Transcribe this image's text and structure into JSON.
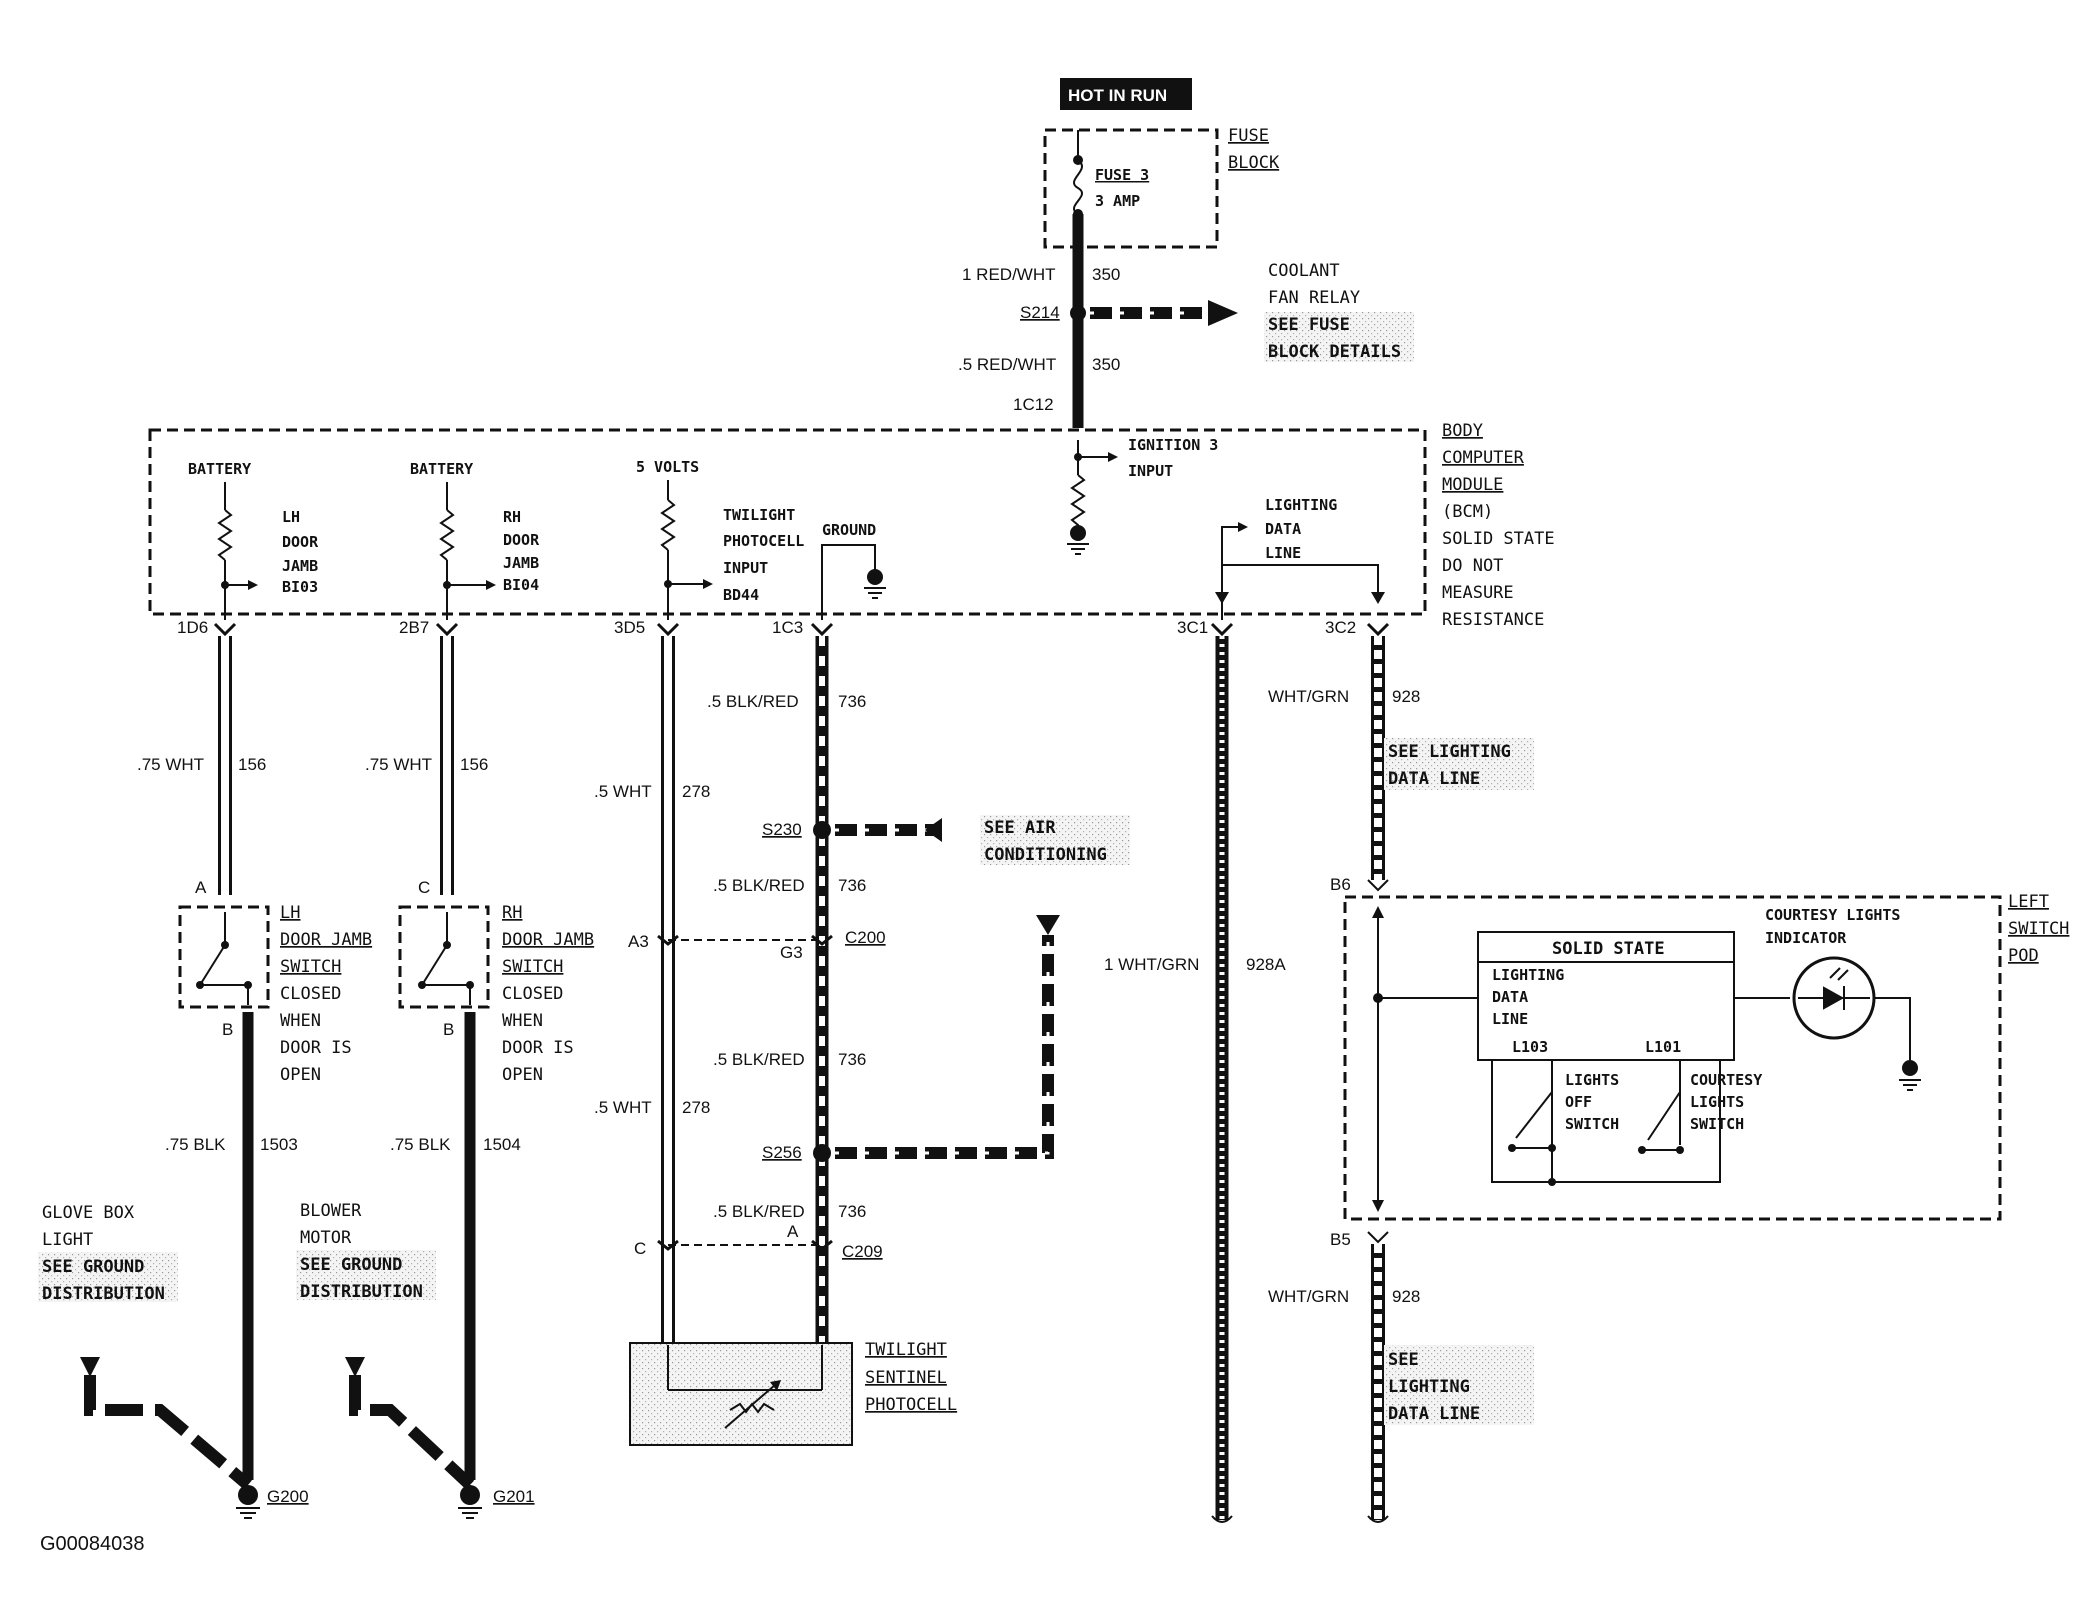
{
  "hot_in_run": "HOT IN RUN",
  "fuse_block": {
    "title1": "FUSE",
    "title2": "BLOCK",
    "fuse_name": "FUSE 3",
    "fuse_rating": "3 AMP"
  },
  "wires": {
    "w350a_gauge": "1 RED/WHT",
    "w350a_num": "350",
    "w350b_gauge": ".5 RED/WHT",
    "w350b_num": "350",
    "w156a_gauge": ".75 WHT",
    "w156a_num": "156",
    "w156b_gauge": ".75 WHT",
    "w156b_num": "156",
    "w278a_gauge": ".5 WHT",
    "w278a_num": "278",
    "w278b_gauge": ".5 WHT",
    "w278b_num": "278",
    "w736a_gauge": ".5 BLK/RED",
    "w736a_num": "736",
    "w736b_gauge": ".5 BLK/RED",
    "w736b_num": "736",
    "w736c_gauge": ".5 BLK/RED",
    "w736c_num": "736",
    "w736d_gauge": ".5 BLK/RED",
    "w736d_num": "736",
    "w928a_gauge": "1 WHT/GRN",
    "w928a_num": "928A",
    "w928b_gauge": "WHT/GRN",
    "w928b_num": "928",
    "w928c_gauge": "WHT/GRN",
    "w928c_num": "928",
    "w1503_gauge": ".75 BLK",
    "w1503_num": "1503",
    "w1504_gauge": ".75 BLK",
    "w1504_num": "1504"
  },
  "splices": {
    "s214": "S214",
    "s230": "S230",
    "s256": "S256"
  },
  "coolant_note": {
    "l1": "COOLANT",
    "l2": "FAN RELAY",
    "l3": "SEE FUSE",
    "l4": "BLOCK DETAILS"
  },
  "ac_note": {
    "l1": "SEE AIR",
    "l2": "CONDITIONING"
  },
  "bcm": {
    "l1": "BODY",
    "l2": "COMPUTER",
    "l3": "MODULE",
    "l4": "(BCM)",
    "l5": "SOLID STATE",
    "l6": "DO NOT",
    "l7": "MEASURE",
    "l8": "RESISTANCE",
    "battery1": "BATTERY",
    "battery2": "BATTERY",
    "volts": "5 VOLTS",
    "lh1": "LH",
    "lh2": "DOOR",
    "lh3": "JAMB",
    "lh4": "BI03",
    "rh1": "RH",
    "rh2": "DOOR",
    "rh3": "JAMB",
    "rh4": "BI04",
    "tw1": "TWILIGHT",
    "tw2": "PHOTOCELL",
    "tw3": "INPUT",
    "tw4": "BD44",
    "ground": "GROUND",
    "ign1": "IGNITION 3",
    "ign2": "INPUT",
    "ld1": "LIGHTING",
    "ld2": "DATA",
    "ld3": "LINE"
  },
  "connectors": {
    "c1c12": "1C12",
    "c1d6": "1D6",
    "c2b7": "2B7",
    "c3d5": "3D5",
    "c1c3": "1C3",
    "c3c1": "3C1",
    "c3c2": "3C2",
    "a": "A",
    "b1": "B",
    "c": "C",
    "b2": "B",
    "a3": "A3",
    "g3": "G3",
    "c200": "C200",
    "c_lower": "C",
    "a_lower": "A",
    "c209": "C209",
    "b6": "B6",
    "b5": "B5"
  },
  "see_lighting_top": {
    "l1": "SEE LIGHTING",
    "l2": "DATA LINE"
  },
  "see_lighting_bottom": {
    "l1": "SEE",
    "l2": "LIGHTING",
    "l3": "DATA LINE"
  },
  "lh_switch": {
    "l1": "LH",
    "l2": "DOOR JAMB",
    "l3": "SWITCH",
    "l4": "CLOSED",
    "l5": "WHEN",
    "l6": "DOOR IS",
    "l7": "OPEN"
  },
  "rh_switch": {
    "l1": "RH",
    "l2": "DOOR JAMB",
    "l3": "SWITCH",
    "l4": "CLOSED",
    "l5": "WHEN",
    "l6": "DOOR IS",
    "l7": "OPEN"
  },
  "glove": {
    "l1": "GLOVE BOX",
    "l2": "LIGHT",
    "l3": "SEE GROUND",
    "l4": "DISTRIBUTION"
  },
  "blower": {
    "l1": "BLOWER",
    "l2": "MOTOR",
    "l3": "SEE GROUND",
    "l4": "DISTRIBUTION"
  },
  "grounds": {
    "g200": "G200",
    "g201": "G201"
  },
  "photocell": {
    "l1": "TWILIGHT",
    "l2": "SENTINEL",
    "l3": "PHOTOCELL"
  },
  "pod": {
    "l1": "LEFT",
    "l2": "SWITCH",
    "l3": "POD",
    "solid_state": "SOLID STATE",
    "ld1": "LIGHTING",
    "ld2": "DATA",
    "ld3": "LINE",
    "l103": "L103",
    "l101": "L101",
    "ind1": "COURTESY LIGHTS",
    "ind2": "INDICATOR",
    "off1": "LIGHTS",
    "off2": "OFF",
    "off3": "SWITCH",
    "cs1": "COURTESY",
    "cs2": "LIGHTS",
    "cs3": "SWITCH"
  },
  "figure_code": "G00084038"
}
